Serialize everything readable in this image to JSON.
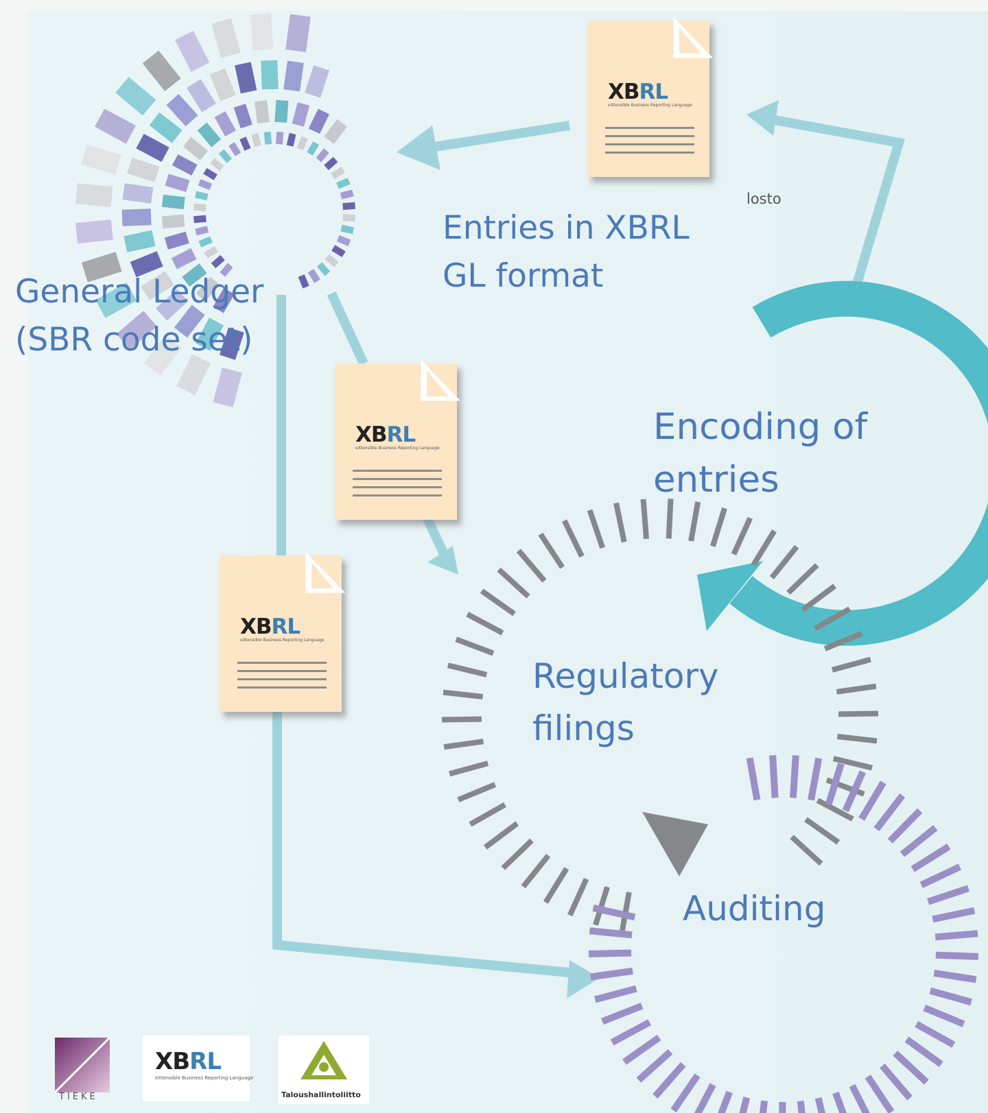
{
  "labels": {
    "general_ledger": [
      "General Ledger",
      "(SBR code set)"
    ],
    "entries_xbrl_gl": [
      "Entries in XBRL",
      "GL format"
    ],
    "encoding": [
      "Encoding of",
      "entries"
    ],
    "regulatory": [
      "Regulatory",
      "filings"
    ],
    "auditing": [
      "Auditing"
    ]
  },
  "note": "losto",
  "document_icon": {
    "logo_dark": "XB",
    "logo_blue": "RL",
    "tagline": "eXtensible Business Reporting Language"
  },
  "footer_logos": {
    "tieke": "TIEKE",
    "xbrl_dark": "XB",
    "xbrl_blue": "RL",
    "xbrl_tagline": "eXtensible Business Reporting Language",
    "taloushallintoliitto": "Taloushallintoliitto"
  },
  "colors": {
    "background": "#eaf4f6",
    "label": "#4b7ab8",
    "arrow_light": "#9fd3dc",
    "arrow_teal": "#52bcc8",
    "ring_gray": "#85888b",
    "ring_purple": "#9b8fc7",
    "document": "#fde6c6"
  }
}
